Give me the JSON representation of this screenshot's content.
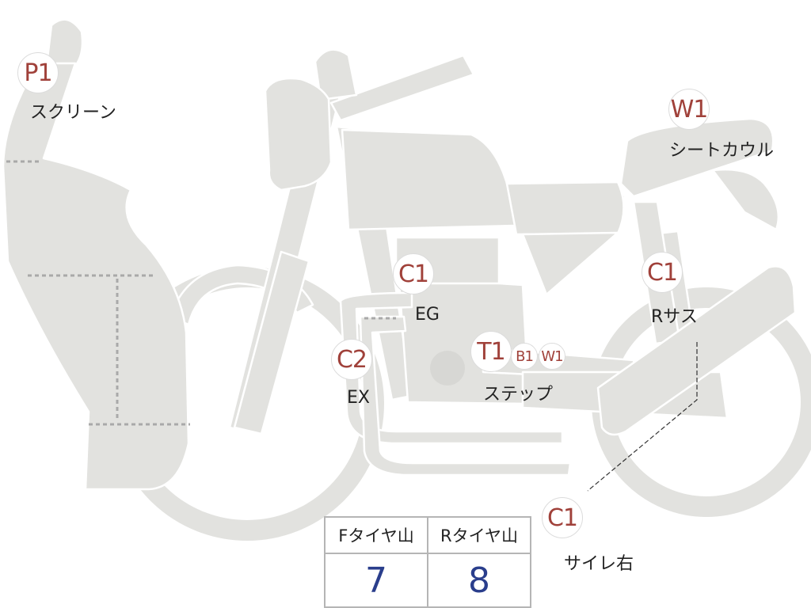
{
  "colors": {
    "body_fill": "#e2e2df",
    "body_stroke": "#ffffff",
    "engine_fill": "#d7d7d4",
    "dash": "#a9a9a9",
    "marker_text": "#a0413a",
    "value_text": "#2a3e8c",
    "label_text": "#222222"
  },
  "markers": {
    "screen": {
      "code": "P1",
      "label": "スクリーン"
    },
    "seat_cowl": {
      "code": "W1",
      "label": "シートカウル"
    },
    "engine": {
      "code": "C1",
      "label": "EG"
    },
    "rear_suspension": {
      "code": "C1",
      "label": "Rサス"
    },
    "exhaust": {
      "code": "C2",
      "label": "EX"
    },
    "step_t": {
      "code": "T1",
      "label": "ステップ"
    },
    "step_b": {
      "code": "B1"
    },
    "step_w": {
      "code": "W1"
    },
    "silencer_right": {
      "code": "C1",
      "label": "サイレ右"
    }
  },
  "tread_table": {
    "front": {
      "header": "Fタイヤ山",
      "value": "7"
    },
    "rear": {
      "header": "Rタイヤ山",
      "value": "8"
    }
  }
}
